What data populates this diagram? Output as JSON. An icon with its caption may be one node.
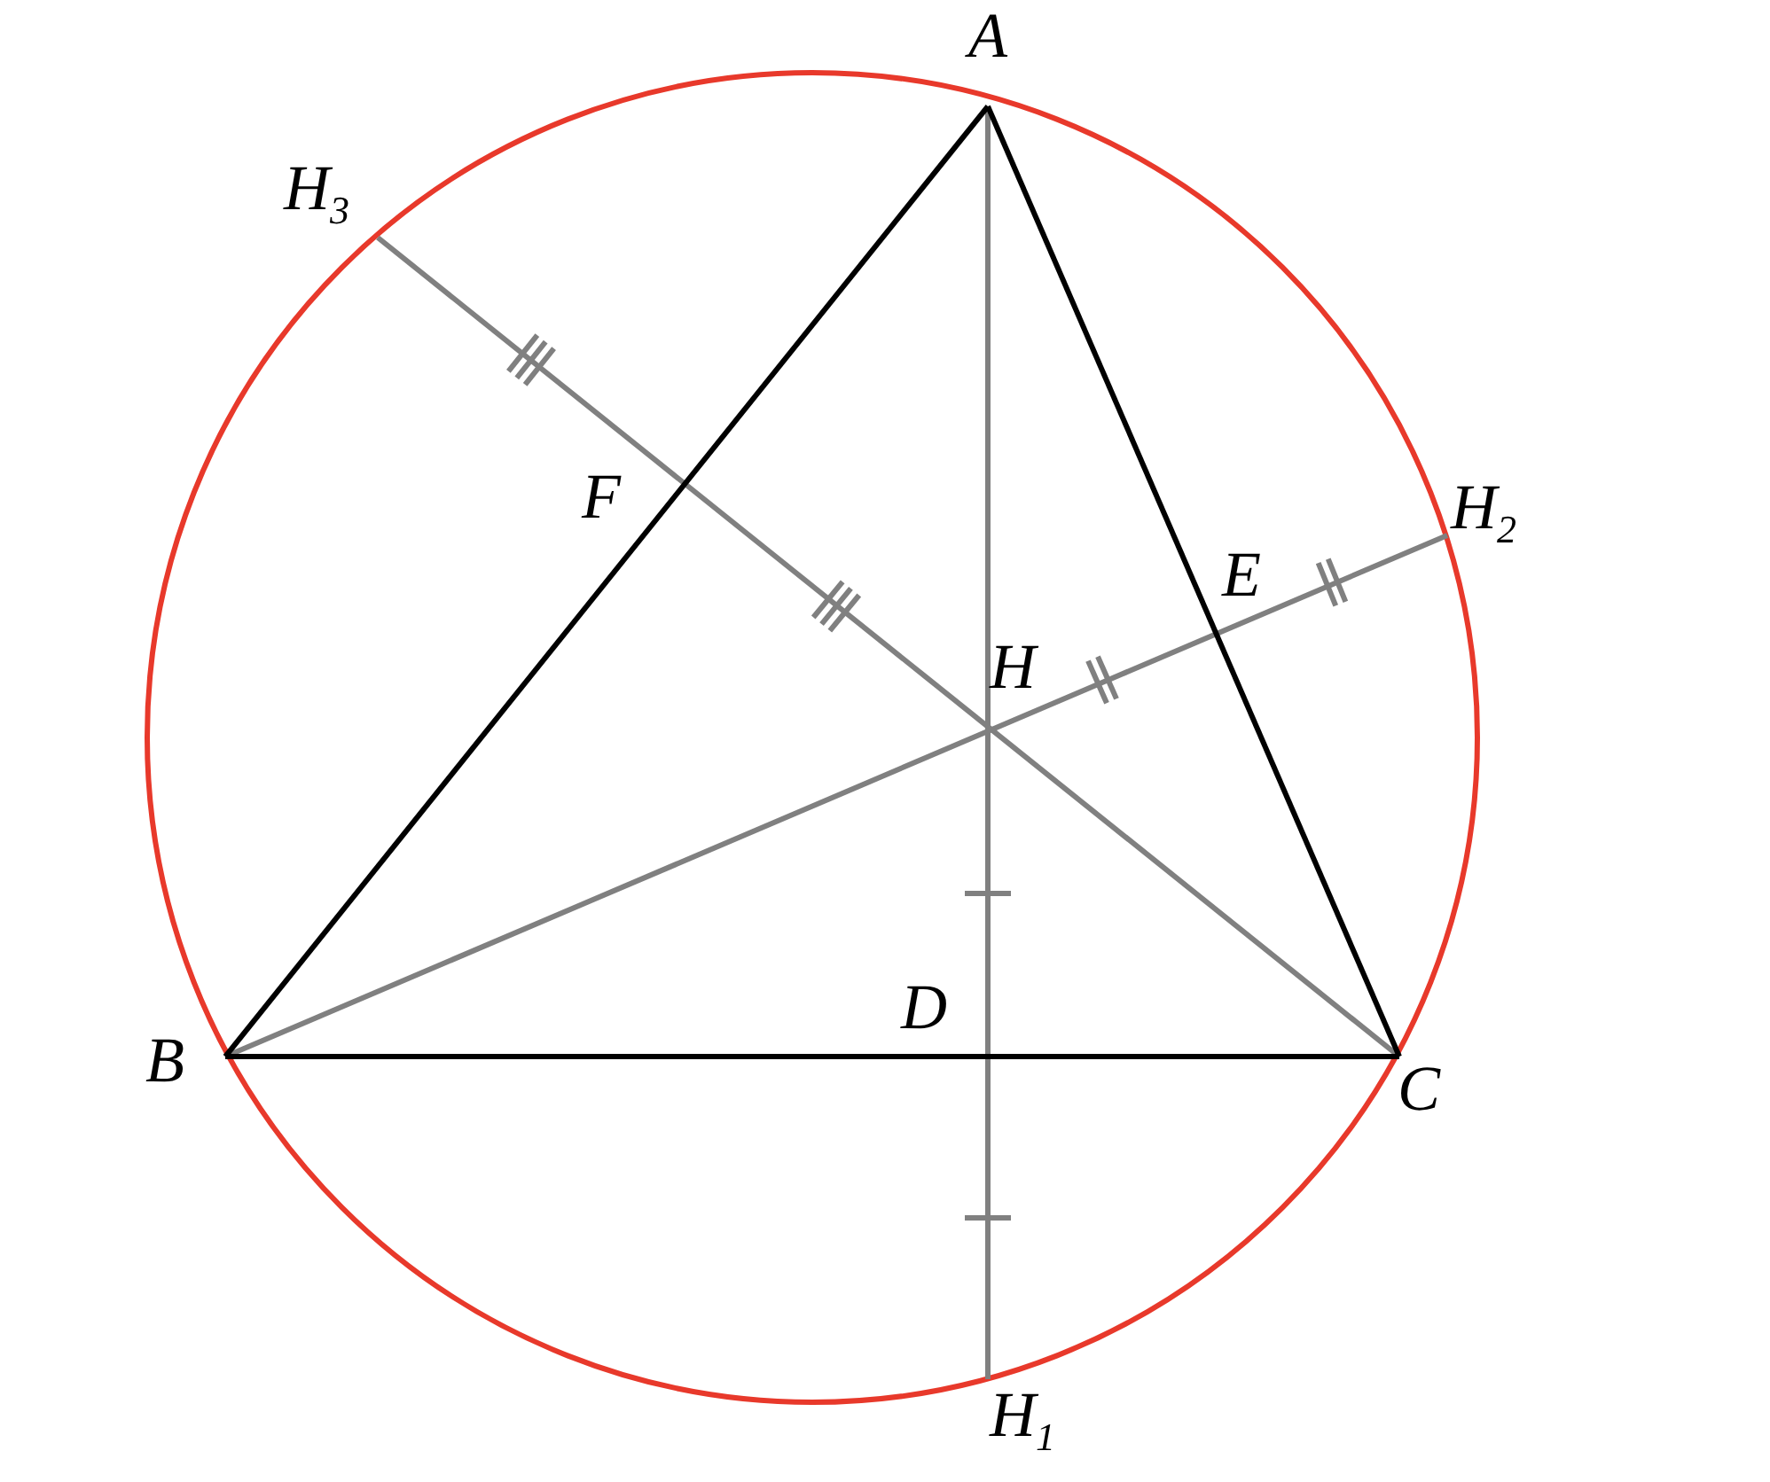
{
  "diagram": {
    "labels": [
      "A",
      "H$_{3}$",
      "F",
      "H$_{2}$",
      "E",
      "H",
      "D",
      "B",
      "C",
      "H$_{1}$"
    ]
  }
}
